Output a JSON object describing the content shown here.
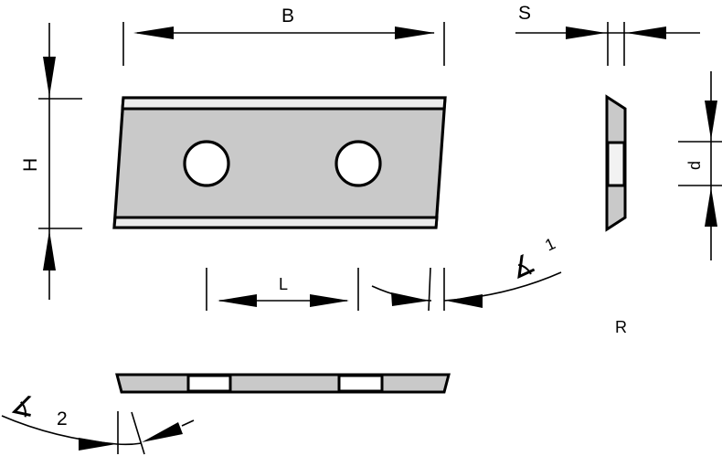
{
  "drawing": {
    "title": "Reversible knife insert dimensions",
    "colors": {
      "body_fill": "#c9c9c9",
      "bevel_fill": "#ececec",
      "hole_fill": "#ffffff",
      "line": "#000000"
    },
    "labels": {
      "width": "B",
      "height": "H",
      "thickness": "S",
      "hole_diameter": "d",
      "hole_spacing": "L",
      "angle_1_symbol": "∡",
      "angle_1_index": "1",
      "angle_2_symbol": "∡",
      "angle_2_index": "2",
      "radius": "R"
    },
    "views": [
      "front-view",
      "side-view",
      "bottom-view"
    ],
    "hole_count": 2
  }
}
